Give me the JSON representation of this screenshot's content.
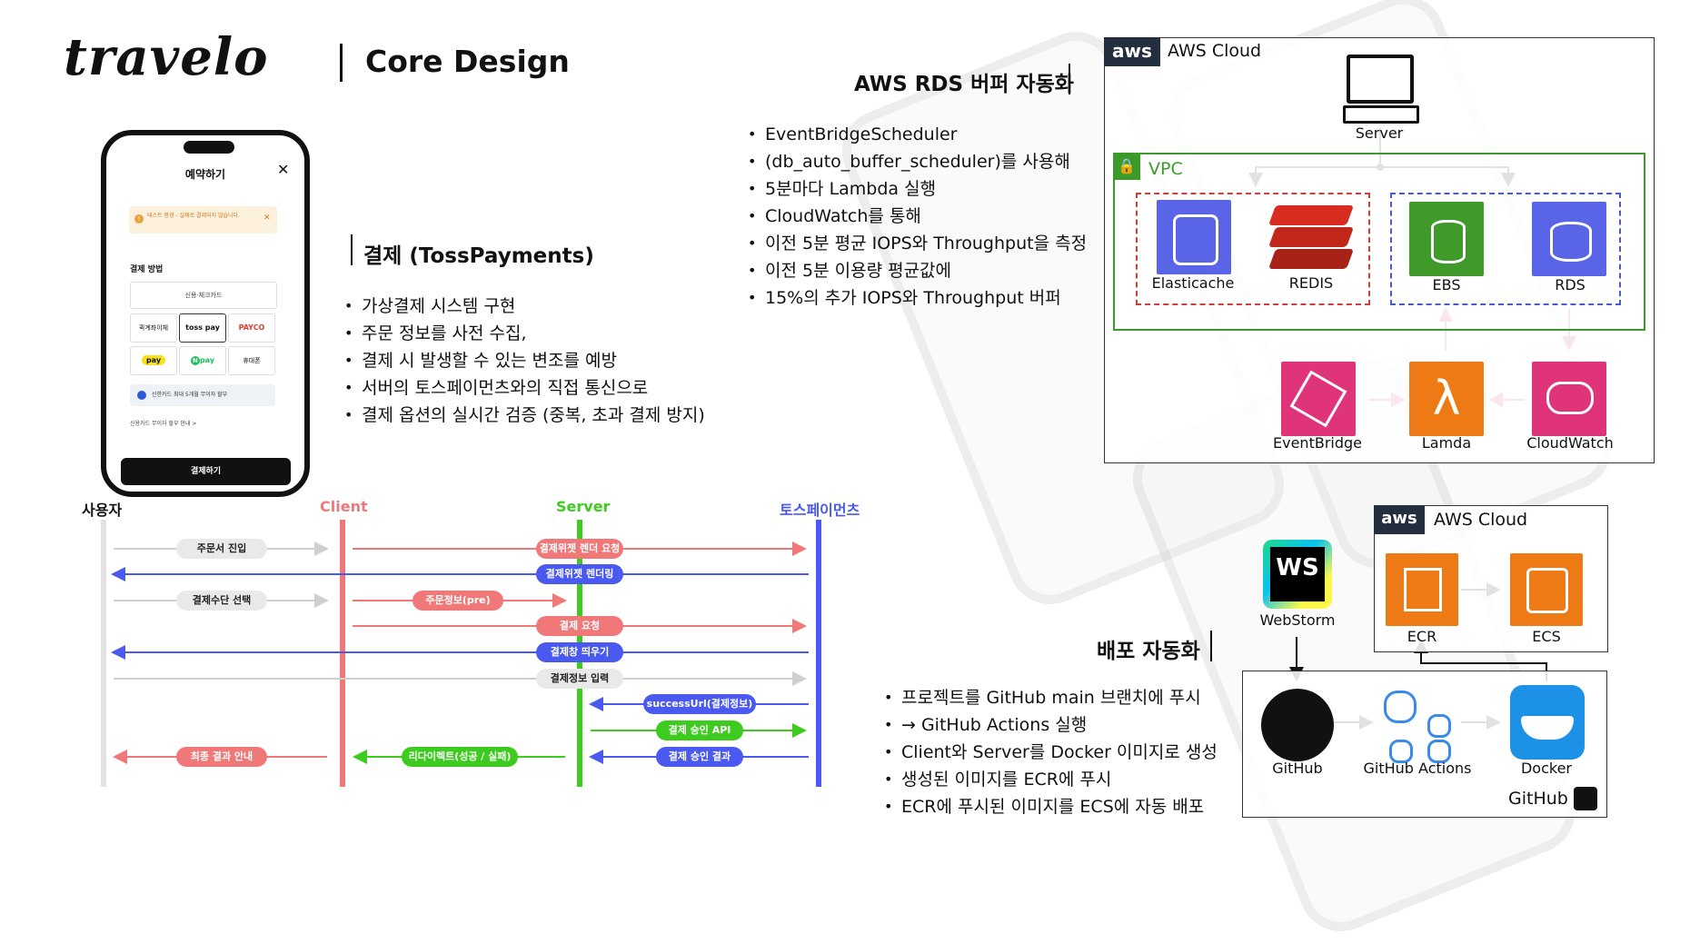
{
  "header": {
    "logo": "travelo",
    "title": "Core Design"
  },
  "phone": {
    "title": "예약하기",
    "alert": "테스트 환경 - 실제로 결제되지 않습니다.",
    "section": "결제 방법",
    "card": "신용·체크카드",
    "options": [
      "퀵계좌이체",
      "toss pay",
      "PAYCO",
      "pay",
      "pay",
      "휴대폰"
    ],
    "promo": "신한카드 최대 5개월 무이자 할부",
    "link": "신용카드 무이자 할부 안내 >",
    "pay_button": "결제하기"
  },
  "payment": {
    "heading": "결제 (TossPayments)",
    "bullets": [
      "가상결제 시스템 구현",
      "주문 정보를 사전 수집,",
      "결제 시 발생할 수 있는 변조를 예방",
      "서버의 토스페이먼츠와의 직접 통신으로",
      "결제 옵션의 실시간 검증 (중복, 초과 결제 방지)"
    ]
  },
  "sequence": {
    "actors": [
      "사용자",
      "Client",
      "Server",
      "토스페이먼츠"
    ],
    "messages": [
      "주문서 진입",
      "결제위젯 렌더 요청",
      "결제위젯 렌더링",
      "결제수단 선택",
      "주문정보(pre)",
      "결제 요청",
      "결제창 띄우기",
      "결제정보 입력",
      "successUrl(결제정보)",
      "결제 승인 API",
      "최종 결과 안내",
      "리다이렉트(성공 / 실패)",
      "결제 승인 결과"
    ]
  },
  "rds": {
    "heading": "AWS RDS 버퍼 자동화",
    "bullets": [
      "EventBridgeScheduler",
      "(db_auto_buffer_scheduler)를 사용해",
      "5분마다 Lambda 실행",
      "CloudWatch를 통해",
      "이전 5분 평균 IOPS와 Throughput을 측정",
      "이전 5분 이용량 평균값에",
      "15%의 추가 IOPS와 Throughput 버퍼"
    ]
  },
  "aws_top": {
    "cloud": "AWS Cloud",
    "aws": "aws",
    "vpc": "VPC",
    "services": [
      "Server",
      "Elasticache",
      "REDIS",
      "EBS",
      "RDS",
      "EventBridge",
      "Lamda",
      "CloudWatch"
    ]
  },
  "deploy": {
    "heading": "배포 자동화",
    "bullets": [
      "프로젝트를 GitHub main 브랜치에 푸시",
      "→ GitHub Actions 실행",
      "Client와 Server를 Docker 이미지로 생성",
      "생성된 이미지를 ECR에 푸시",
      "ECR에 푸시된 이미지를 ECS에 자동 배포"
    ],
    "cloud": "AWS Cloud",
    "aws": "aws",
    "services": [
      "WebStorm",
      "ECR",
      "ECS",
      "GitHub",
      "GitHub Actions",
      "Docker"
    ],
    "github_box": "GitHub",
    "ws": "WS"
  },
  "colors": {
    "client": "#f07878",
    "server": "#3dcb1f",
    "toss": "#4a5af0",
    "vpc": "#3a9a2a",
    "orange": "#ee7a16",
    "purple": "#5a64e6",
    "pink": "#e0347a",
    "green": "#3f9a2a"
  }
}
